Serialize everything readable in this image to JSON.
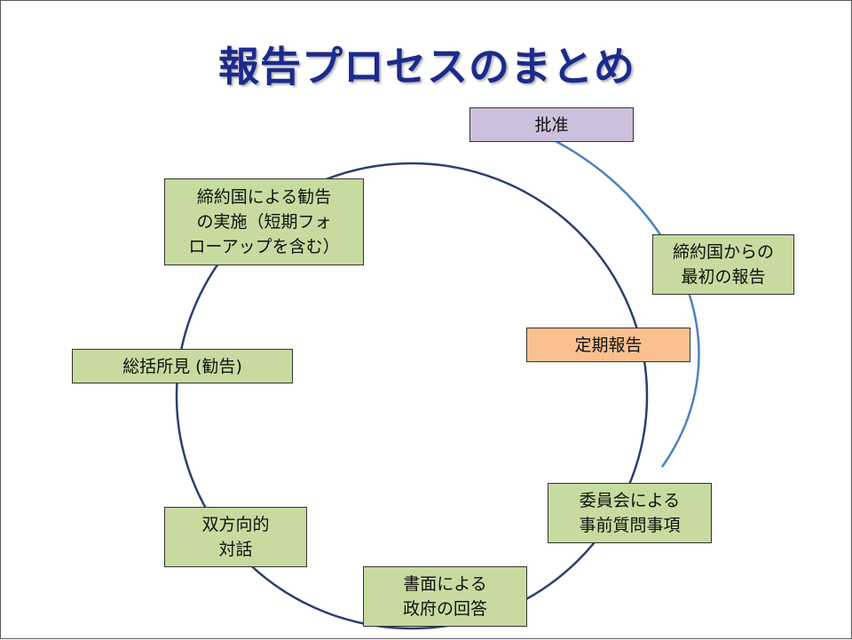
{
  "title": "報告プロセスのまとめ",
  "colors": {
    "title": "#1c2a8c",
    "circle": "#2b3f6e",
    "outer_arc": "#4f81bd",
    "green_box": "#c7dba0",
    "purple_box": "#ccc0dc",
    "orange_box": "#fac090"
  },
  "steps": {
    "ratification": "批准",
    "initial_report": "締約国からの\n最初の報告",
    "periodic_report": "定期報告",
    "list_of_issues": "委員会による\n事前質問事項",
    "written_replies": "書面による\n政府の回答",
    "dialogue": "双方向的\n対話",
    "concluding_observations": "総括所見 (勧告)",
    "implementation": "締約国による勧告\nの実施（短期フォ\nローアップを含む）"
  }
}
